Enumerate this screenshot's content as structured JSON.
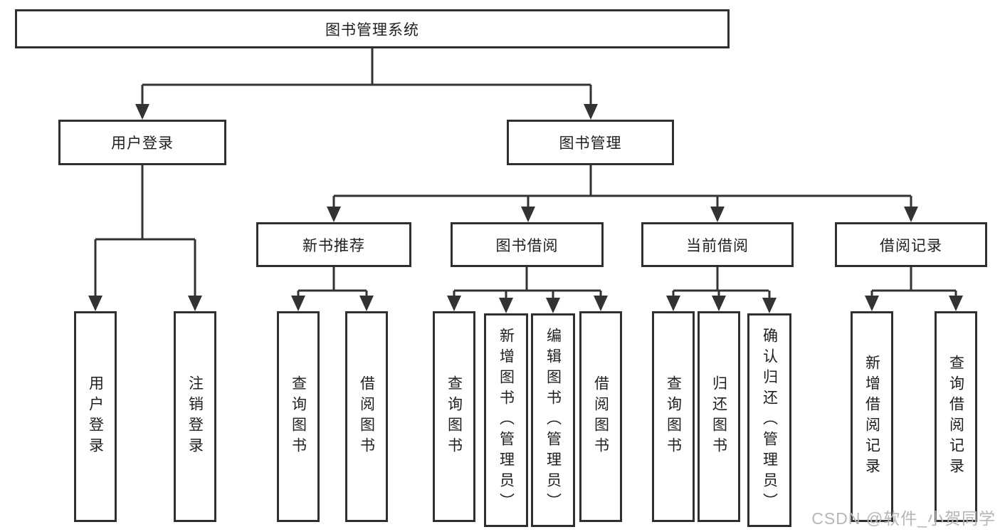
{
  "diagram": {
    "root": {
      "label": "图书管理系统"
    },
    "level2": [
      {
        "key": "user-login",
        "label": "用户登录"
      },
      {
        "key": "book-management",
        "label": "图书管理"
      }
    ],
    "level3": [
      {
        "key": "new-book-recommend",
        "label": "新书推荐",
        "parent": "图书管理"
      },
      {
        "key": "book-borrow",
        "label": "图书借阅",
        "parent": "图书管理"
      },
      {
        "key": "current-borrow",
        "label": "当前借阅",
        "parent": "图书管理"
      },
      {
        "key": "borrow-records",
        "label": "借阅记录",
        "parent": "图书管理"
      }
    ],
    "leaves": [
      {
        "key": "user-login-action",
        "label": "用户登录",
        "parent": "用户登录"
      },
      {
        "key": "logout-action",
        "label": "注销登录",
        "parent": "用户登录"
      },
      {
        "key": "query-books-recommend",
        "label": "查询图书",
        "parent": "新书推荐"
      },
      {
        "key": "borrow-books-recommend",
        "label": "借阅图书",
        "parent": "新书推荐"
      },
      {
        "key": "query-books-borrow",
        "label": "查询图书",
        "parent": "图书借阅"
      },
      {
        "key": "add-books-admin",
        "label": "新增图书（管理员）",
        "parent": "图书借阅"
      },
      {
        "key": "edit-books-admin",
        "label": "编辑图书（管理员）",
        "parent": "图书借阅"
      },
      {
        "key": "borrow-books-borrow",
        "label": "借阅图书",
        "parent": "图书借阅"
      },
      {
        "key": "query-books-current",
        "label": "查询图书",
        "parent": "当前借阅"
      },
      {
        "key": "return-books",
        "label": "归还图书",
        "parent": "当前借阅"
      },
      {
        "key": "confirm-return-admin",
        "label": "确认归还（管理员）",
        "parent": "当前借阅"
      },
      {
        "key": "add-borrow-record",
        "label": "新增借阅记录",
        "parent": "借阅记录"
      },
      {
        "key": "query-borrow-record",
        "label": "查询借阅记录",
        "parent": "借阅记录"
      }
    ]
  },
  "watermark": "CSDN @软件_小贺同学",
  "colors": {
    "line": "#333333",
    "box_border": "#2f2f2f",
    "text": "#1f1f1f",
    "watermark": "#b6b6b6",
    "background": "#ffffff"
  }
}
